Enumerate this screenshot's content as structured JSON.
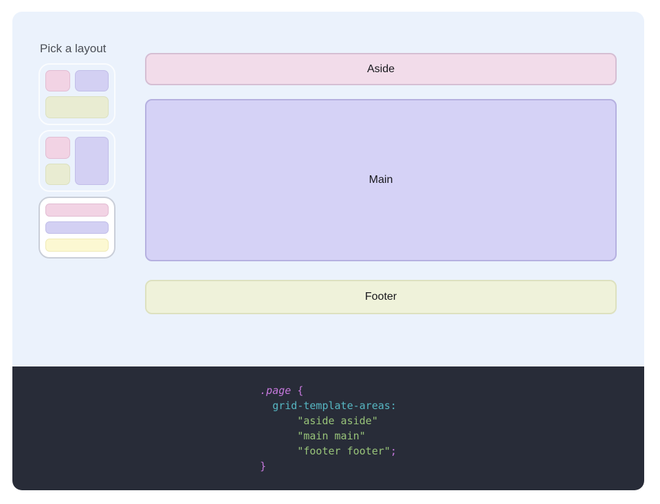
{
  "picker": {
    "title": "Pick a layout",
    "options": [
      {
        "id": "split-top-footer",
        "selected": false
      },
      {
        "id": "sidebar-left",
        "selected": false
      },
      {
        "id": "stacked-rows",
        "selected": true
      }
    ]
  },
  "preview": {
    "aside_label": "Aside",
    "main_label": "Main",
    "footer_label": "Footer"
  },
  "code": {
    "selector": ".page",
    "open_brace": " {",
    "property": "  grid-template-areas:",
    "string_aside": "      \"aside aside\"",
    "string_main": "      \"main main\"",
    "string_footer": "      \"footer footer\"",
    "semicolon": ";",
    "close_brace": "}"
  },
  "colors": {
    "panel_bg": "#ebf2fc",
    "code_bg": "#282c38",
    "aside_fill": "#f2dcea",
    "aside_border": "#d5bed3",
    "main_fill": "#d5d2f6",
    "main_border": "#b5b0e0",
    "footer_fill": "#eff2da",
    "footer_border": "#dde1bf",
    "swatch_pink": "#f2d3e4",
    "swatch_purple": "#d3d0f3",
    "swatch_green": "#e9ecd2",
    "swatch_yellow": "#fcf8d2",
    "code_selector": "#c678dd",
    "code_property": "#56b6c2",
    "code_string": "#98c379"
  }
}
